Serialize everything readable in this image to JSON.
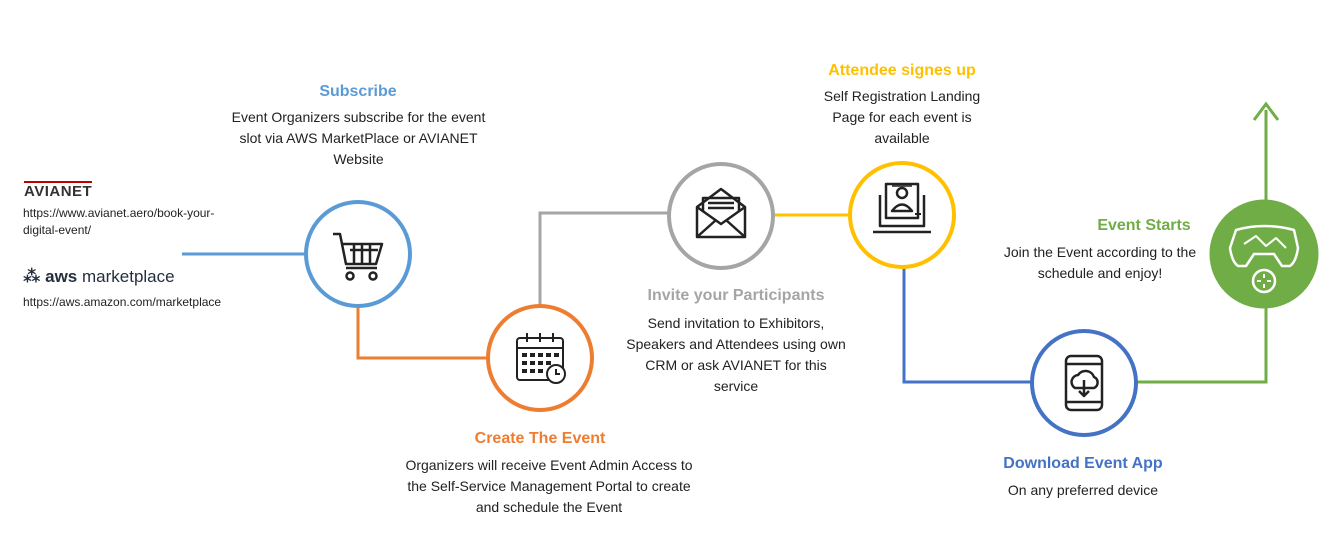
{
  "colors": {
    "subscribe": "#5b9bd5",
    "create": "#ed7d31",
    "invite": "#a5a5a5",
    "attendee": "#ffc000",
    "download": "#4472c4",
    "event_starts": "#70ad47",
    "text": "#222222"
  },
  "sources": {
    "avianet_logo": "AVIANET",
    "avianet_url": "https://www.avianet.aero/book-your-digital-event/",
    "aws_logo_aws": "aws",
    "aws_logo_marketplace": "marketplace",
    "aws_url": "https://aws.amazon.com/marketplace"
  },
  "steps": {
    "subscribe": {
      "title": "Subscribe",
      "description": "Event Organizers subscribe for the event slot via AWS MarketPlace or AVIANET Website",
      "icon": "shopping-cart-icon"
    },
    "create": {
      "title": "Create The Event",
      "description": "Organizers will receive Event Admin Access to the Self-Service Management Portal to create and schedule the Event",
      "icon": "calendar-icon"
    },
    "invite": {
      "title": "Invite your Participants",
      "description": "Send invitation to Exhibitors, Speakers and Attendees using own CRM or ask AVIANET for this service",
      "icon": "envelope-icon"
    },
    "attendee": {
      "title": "Attendee signes up",
      "description": "Self Registration Landing Page for each event is available",
      "icon": "monitor-user-icon"
    },
    "download": {
      "title": "Download Event App",
      "description": "On any preferred device",
      "icon": "phone-download-icon"
    },
    "event_starts": {
      "title": "Event Starts",
      "description": "Join the Event according to the schedule and enjoy!",
      "icon": "vr-headset-icon"
    }
  }
}
